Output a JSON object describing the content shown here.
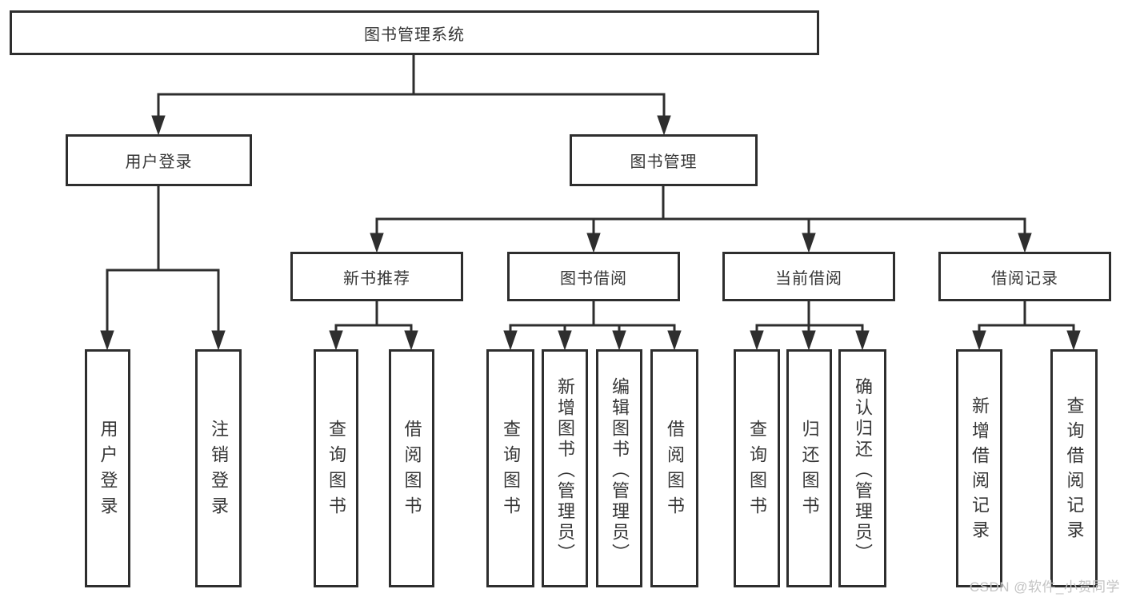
{
  "diagram": {
    "type": "tree",
    "root": {
      "label": "图书管理系统"
    },
    "user_login": {
      "label": "用户登录",
      "children": [
        {
          "label": "用户登录"
        },
        {
          "label": "注销登录"
        }
      ]
    },
    "book_mgmt": {
      "label": "图书管理",
      "groups": [
        {
          "label": "新书推荐",
          "children": [
            {
              "label": "查询图书"
            },
            {
              "label": "借阅图书"
            }
          ]
        },
        {
          "label": "图书借阅",
          "children": [
            {
              "label": "查询图书"
            },
            {
              "label": "新增图书（管理员）"
            },
            {
              "label": "编辑图书（管理员）"
            },
            {
              "label": "借阅图书"
            }
          ]
        },
        {
          "label": "当前借阅",
          "children": [
            {
              "label": "查询图书"
            },
            {
              "label": "归还图书"
            },
            {
              "label": "确认归还（管理员）"
            }
          ]
        },
        {
          "label": "借阅记录",
          "children": [
            {
              "label": "新增借阅记录"
            },
            {
              "label": "查询借阅记录"
            }
          ]
        }
      ]
    }
  },
  "colors": {
    "line": "#2e2e2e",
    "box_border": "#2e2e2e",
    "text": "#363636",
    "background": "#ffffff",
    "watermark": "#c3c3c3"
  },
  "watermark": {
    "text": "CSDN @软件_小贺同学"
  }
}
